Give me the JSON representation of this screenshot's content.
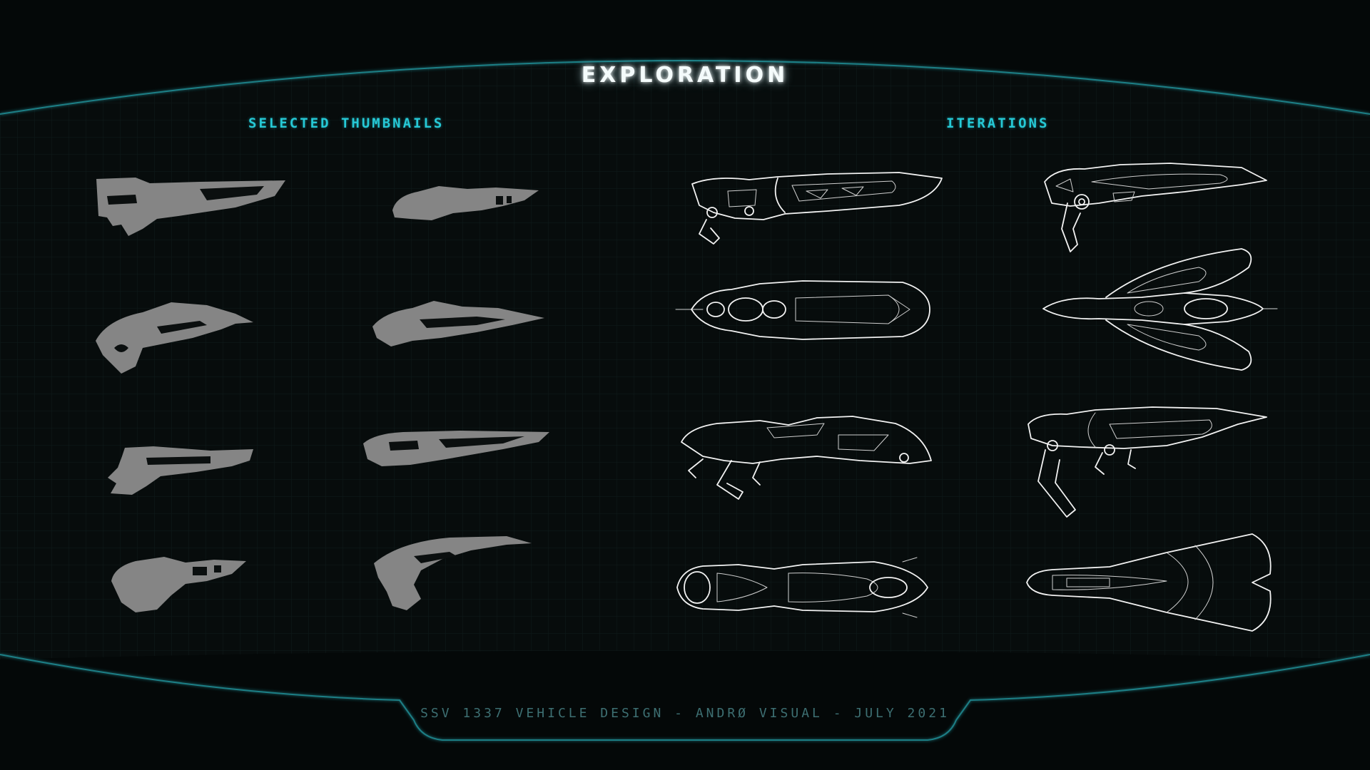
{
  "header": {
    "title": "EXPLORATION"
  },
  "sections": {
    "left_heading": "SELECTED THUMBNAILS",
    "right_heading": "ITERATIONS"
  },
  "footer": {
    "credit": "SSV 1337 VEHICLE DESIGN - ANDRØ VISUAL - JULY 2021"
  },
  "colors": {
    "background": "#050909",
    "accent": "#26c9d6",
    "frame_line": "#1f7f86",
    "thumbnail_fill": "#858585",
    "sketch_line": "#f2f2f2",
    "footer_text": "#3d6f72"
  }
}
